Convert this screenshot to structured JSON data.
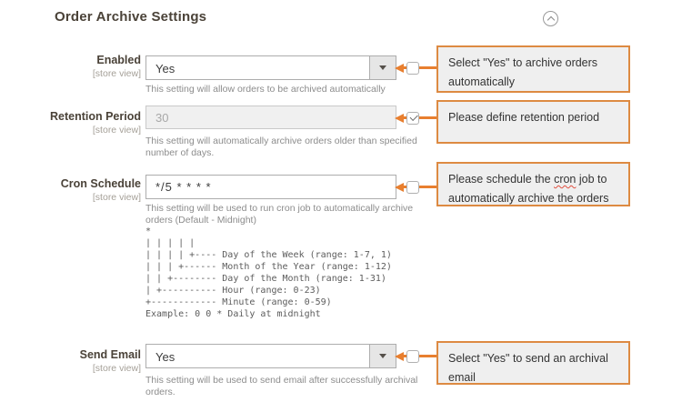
{
  "page": {
    "title": "Order Archive Settings"
  },
  "colors": {
    "accent_orange": "#e87f2f",
    "callout_border": "#dd8a42",
    "callout_background": "#efefef"
  },
  "fields": {
    "enabled": {
      "label": "Enabled",
      "scope": "[store view]",
      "value": "Yes",
      "helper": "This setting will allow orders to be archived automatically",
      "annotation": "Select \"Yes\" to archive orders\nautomatically",
      "checkbox_checked": false
    },
    "retention_period": {
      "label": "Retention Period",
      "scope": "[store view]",
      "value": "30",
      "helper": "This setting will automatically archive orders older than specified\nnumber of days.",
      "annotation": "Please define retention period",
      "checkbox_checked": true
    },
    "cron_schedule": {
      "label": "Cron Schedule",
      "scope": "[store view]",
      "value": "*/5 * * * *",
      "helper": "This setting will be used to run cron job to automatically archive\norders (Default - Midnight)",
      "annotation_before": "Please schedule the ",
      "annotation_flagged_word": "cron",
      "annotation_after": " job to\nautomatically archive the orders",
      "checkbox_checked": false,
      "cron_diagram": "*\n| | | | |\n| | | | +---- Day of the Week (range: 1-7, 1)\n| | | +------ Month of the Year (range: 1-12)\n| | +-------- Day of the Month (range: 1-31)\n| +---------- Hour (range: 0-23)\n+------------ Minute (range: 0-59)\nExample: 0 0 * Daily at midnight"
    },
    "send_email": {
      "label": "Send Email",
      "scope": "[store view]",
      "value": "Yes",
      "helper": "This setting will be used to send email after successfully archival\norders.",
      "annotation": "Select \"Yes\" to send an archival\nemail",
      "checkbox_checked": false
    }
  }
}
